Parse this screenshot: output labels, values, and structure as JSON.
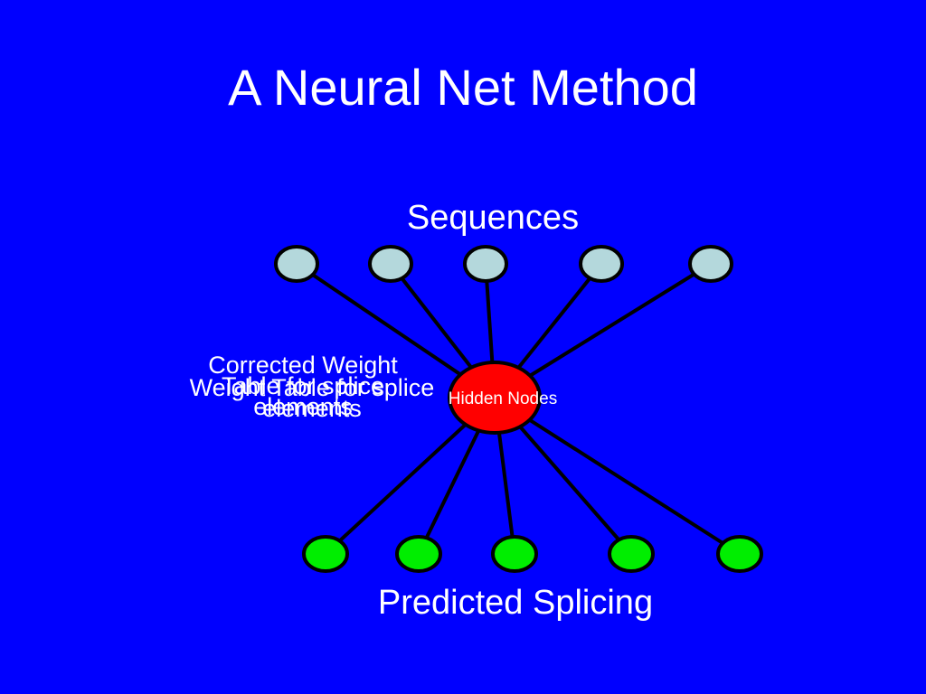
{
  "slide": {
    "title": "A Neural Net Method",
    "input_label": "Sequences",
    "output_label": "Predicted Splicing",
    "hidden_label": "Hidden Nodes",
    "weight_label_old": "Weight Table for splice elements",
    "weight_label_new": "Corrected Weight Table for splice elements"
  },
  "colors": {
    "background": "#0000ff",
    "input_node": "#b4d8dc",
    "hidden_node": "#ff0000",
    "output_node": "#00ee00",
    "edge": "#000000"
  },
  "network": {
    "input_nodes": 5,
    "hidden_nodes": 1,
    "output_nodes": 5
  }
}
